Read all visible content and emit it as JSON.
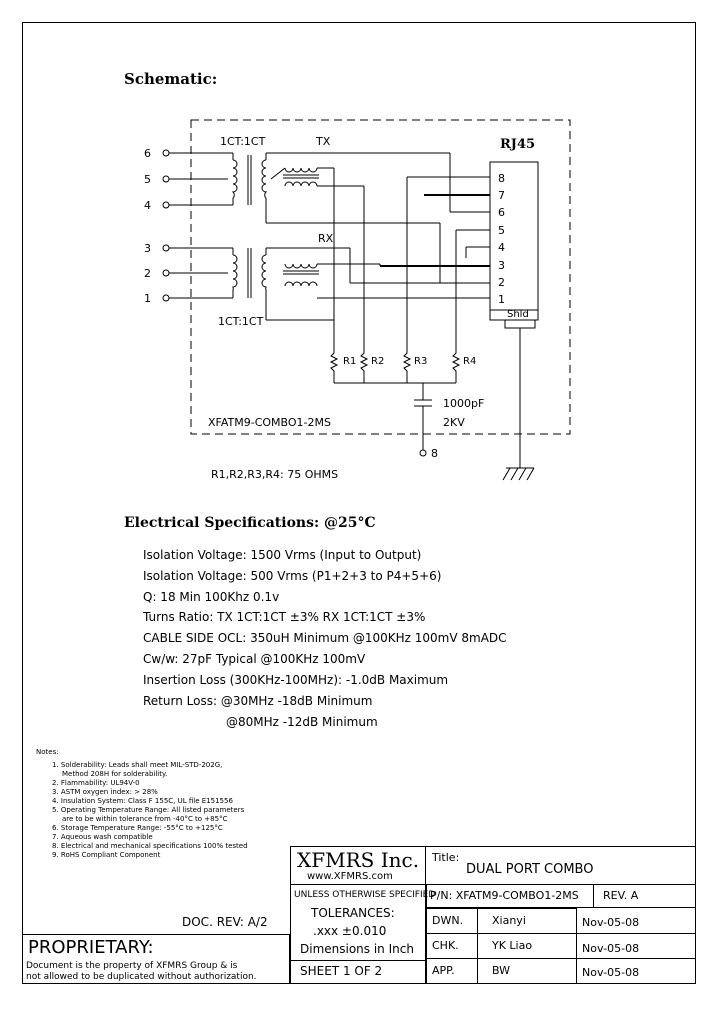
{
  "schematic": {
    "heading": "Schematic:",
    "tx_ratio": "1CT:1CT",
    "tx_label": "TX",
    "rx_label": "RX",
    "rx_ratio": "1CT:1CT",
    "rj45_label": "RJ45",
    "left_pins": [
      "6",
      "5",
      "4",
      "3",
      "2",
      "1"
    ],
    "rj45_pins": [
      "8",
      "7",
      "6",
      "5",
      "4",
      "3",
      "2",
      "1"
    ],
    "shield_label": "Shld",
    "resistors": [
      "R1",
      "R2",
      "R3",
      "R4"
    ],
    "capacitor_value": "1000pF",
    "capacitor_voltage": "2KV",
    "ground_pin": "8",
    "part_label": "XFATM9-COMBO1-2MS",
    "resistor_note": "R1,R2,R3,R4: 75 OHMS"
  },
  "electrical": {
    "heading": "Electrical   Specifications: @25°C",
    "specs": [
      "Isolation Voltage: 1500 Vrms (Input to Output)",
      "Isolation Voltage: 500 Vrms (P1+2+3 to P4+5+6)",
      "Q: 18 Min 100Khz 0.1v",
      "Turns Ratio: TX 1CT:1CT ±3% RX 1CT:1CT ±3%",
      "CABLE SIDE OCL: 350uH Minimum @100KHz 100mV 8mADC",
      "Cw/w: 27pF Typical @100KHz 100mV",
      "Insertion Loss (300KHz-100MHz): -1.0dB Maximum",
      "Return Loss: @30MHz   -18dB Minimum"
    ],
    "spec_continuation": "@80MHz   -12dB Minimum"
  },
  "notes": {
    "heading": "Notes:",
    "lines": [
      "1. Solderability: Leads shall meet MIL-STD-202G,",
      "   Method 208H for solderability.",
      "2. Flammability: UL94V-0",
      "3. ASTM oxygen index: > 28%",
      "4. Insulation System: Class F 155C, UL file E151556",
      "5. Operating Temperature Range: All listed parameters",
      "   are to be within tolerance from -40°C to +85°C",
      "6. Storage Temperature Range: -55°C to +125°C",
      "7. Aqueous wash compatible",
      "8. Electrical and mechanical specifications 100% tested",
      "9. RoHS Compliant Component"
    ]
  },
  "title_block": {
    "doc_rev": "DOC. REV: A/2",
    "proprietary": "PROPRIETARY:",
    "proprietary_text_1": "Document is the property of XFMRS Group & is",
    "proprietary_text_2": "not allowed to be duplicated without authorization.",
    "company": "XFMRS Inc.",
    "website": "www.XFMRS.com",
    "title_label": "Title:",
    "title": "DUAL PORT COMBO",
    "unless": "UNLESS OTHERWISE SPECIFIED",
    "tolerances": "TOLERANCES:",
    "tol_value": ".xxx ±0.010",
    "dimensions": "Dimensions in Inch",
    "sheet": "SHEET 1 OF 2",
    "pn": "P/N: XFATM9-COMBO1-2MS",
    "rev": "REV. A",
    "rows": [
      {
        "label": "DWN.",
        "name": "Xianyi",
        "date": "Nov-05-08"
      },
      {
        "label": "CHK.",
        "name": "YK Liao",
        "date": "Nov-05-08"
      },
      {
        "label": "APP.",
        "name": "BW",
        "date": "Nov-05-08"
      }
    ]
  }
}
